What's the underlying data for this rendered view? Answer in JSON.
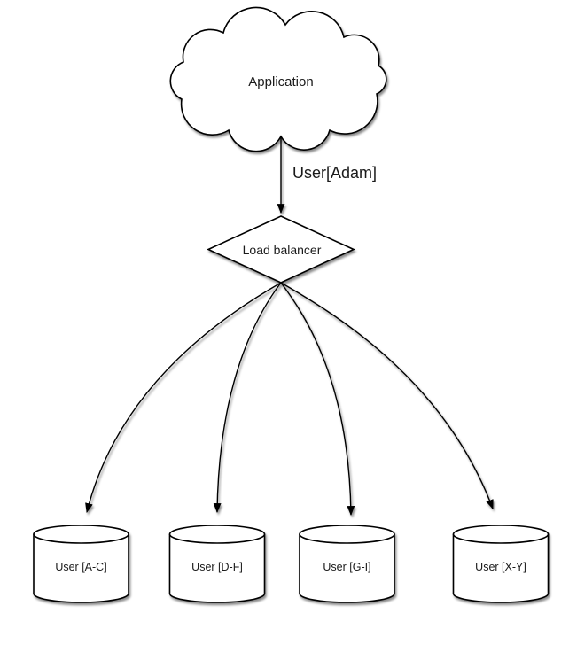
{
  "diagram": {
    "cloud": {
      "label": "Application"
    },
    "edge_to_balancer": {
      "label": "User[Adam]"
    },
    "balancer": {
      "label": "Load balancer"
    },
    "shards": [
      {
        "label": "User [A-C]"
      },
      {
        "label": "User [D-F]"
      },
      {
        "label": "User [G-I]"
      },
      {
        "label": "User [X-Y]"
      }
    ],
    "colors": {
      "stroke": "#000000",
      "fill": "#ffffff",
      "text": "#1a1a1a",
      "background": "#ffffff"
    }
  }
}
